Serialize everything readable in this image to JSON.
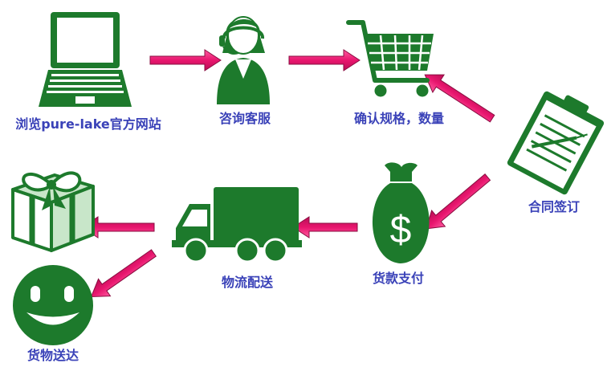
{
  "colors": {
    "icon_green": "#1d7a2c",
    "icon_light": "#c8e6c9",
    "arrow_pink": "#e8166e",
    "arrow_edge": "#8a0c40",
    "label_blue": "#3a42b8"
  },
  "steps": [
    {
      "id": "browse",
      "icon": "laptop-icon",
      "label": "浏览pure-lake官方网站"
    },
    {
      "id": "consult",
      "icon": "service-agent-icon",
      "label": "咨询客服"
    },
    {
      "id": "confirm",
      "icon": "shopping-cart-icon",
      "label": "确认规格，数量"
    },
    {
      "id": "contract",
      "icon": "contract-icon",
      "label": "合同签订"
    },
    {
      "id": "payment",
      "icon": "money-bag-icon",
      "label": "货款支付"
    },
    {
      "id": "logistics",
      "icon": "truck-icon",
      "label": "物流配送"
    },
    {
      "id": "gift",
      "icon": "gift-box-icon",
      "label": ""
    },
    {
      "id": "delivered",
      "icon": "smiley-face-icon",
      "label": "货物送达"
    }
  ]
}
